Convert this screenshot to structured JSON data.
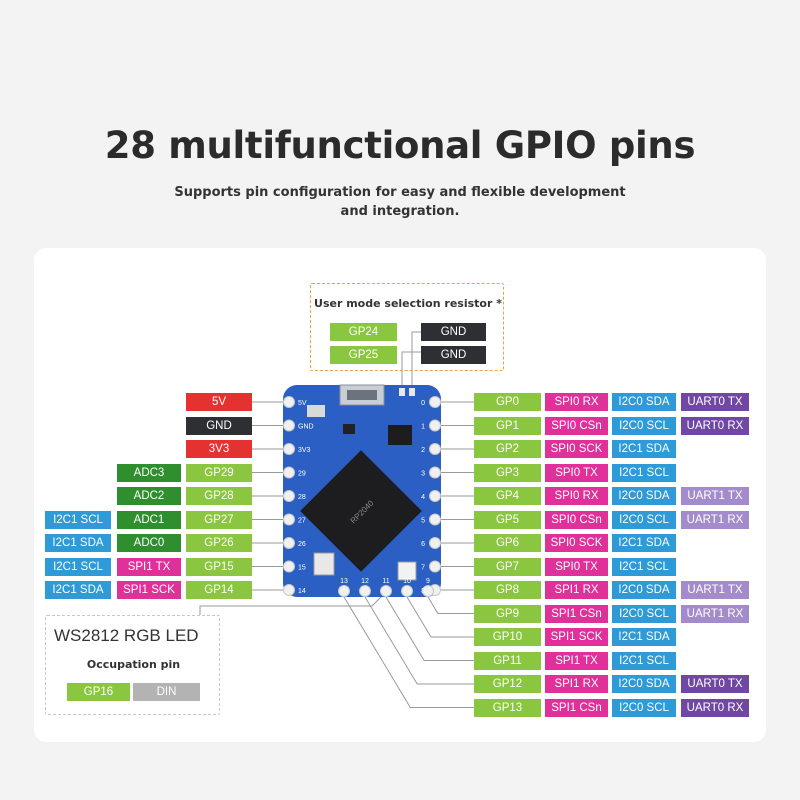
{
  "title": "28 multifunctional GPIO pins",
  "subtitle_line1": "Supports pin configuration for easy and flexible development",
  "subtitle_line2": "and integration.",
  "selection": {
    "title": "User mode selection resistor *",
    "rows": [
      {
        "gp": "GP24",
        "gnd": "GND"
      },
      {
        "gp": "GP25",
        "gnd": "GND"
      }
    ]
  },
  "led": {
    "title": "WS2812 RGB LED",
    "subtitle": "Occupation pin",
    "gp": "GP16",
    "din": "DIN"
  },
  "board": {
    "chip_text": "RP2040",
    "pin_labels_left": [
      "5V",
      "GND",
      "3V3"
    ],
    "pin_numbers_right": [
      "0",
      "1",
      "2",
      "3",
      "4",
      "5",
      "6",
      "7",
      "8"
    ],
    "pin_numbers_left": [
      "29",
      "28",
      "27",
      "26",
      "15",
      "14"
    ],
    "pin_numbers_bottom": [
      "13",
      "12",
      "11",
      "10",
      "9"
    ]
  },
  "left_rows": [
    {
      "cells": [
        "",
        "",
        "5V"
      ]
    },
    {
      "cells": [
        "",
        "",
        "GND"
      ]
    },
    {
      "cells": [
        "",
        "",
        "3V3"
      ]
    },
    {
      "cells": [
        "",
        "ADC3",
        "GP29"
      ]
    },
    {
      "cells": [
        "",
        "ADC2",
        "GP28"
      ]
    },
    {
      "cells": [
        "I2C1 SCL",
        "ADC1",
        "GP27"
      ]
    },
    {
      "cells": [
        "I2C1 SDA",
        "ADC0",
        "GP26"
      ]
    },
    {
      "cells": [
        "I2C1 SCL",
        "SPI1 TX",
        "GP15"
      ]
    },
    {
      "cells": [
        "I2C1 SDA",
        "SPI1 SCK",
        "GP14"
      ]
    }
  ],
  "right_rows": [
    {
      "cells": [
        "GP0",
        "SPI0 RX",
        "I2C0 SDA",
        "UART0 TX"
      ]
    },
    {
      "cells": [
        "GP1",
        "SPI0 CSn",
        "I2C0 SCL",
        "UART0 RX"
      ]
    },
    {
      "cells": [
        "GP2",
        "SPI0 SCK",
        "I2C1 SDA",
        ""
      ]
    },
    {
      "cells": [
        "GP3",
        "SPI0 TX",
        "I2C1 SCL",
        ""
      ]
    },
    {
      "cells": [
        "GP4",
        "SPI0 RX",
        "I2C0 SDA",
        "UART1 TX"
      ]
    },
    {
      "cells": [
        "GP5",
        "SPI0 CSn",
        "I2C0 SCL",
        "UART1 RX"
      ]
    },
    {
      "cells": [
        "GP6",
        "SPI0 SCK",
        "I2C1 SDA",
        ""
      ]
    },
    {
      "cells": [
        "GP7",
        "SPI0 TX",
        "I2C1 SCL",
        ""
      ]
    },
    {
      "cells": [
        "GP8",
        "SPI1 RX",
        "I2C0 SDA",
        "UART1 TX"
      ]
    },
    {
      "cells": [
        "GP9",
        "SPI1 CSn",
        "I2C0 SCL",
        "UART1 RX"
      ]
    },
    {
      "cells": [
        "GP10",
        "SPI1 SCK",
        "I2C1 SDA",
        ""
      ]
    },
    {
      "cells": [
        "GP11",
        "SPI1 TX",
        "I2C1 SCL",
        ""
      ]
    },
    {
      "cells": [
        "GP12",
        "SPI1 RX",
        "I2C0 SDA",
        "UART0 TX"
      ]
    },
    {
      "cells": [
        "GP13",
        "SPI1 CSn",
        "I2C0 SCL",
        "UART0 RX"
      ]
    }
  ],
  "colors": {
    "gpio": "#8ac640",
    "adc": "#2f8f2f",
    "spi": "#e0309a",
    "i2c": "#2f9ad8",
    "uart0": "#7047a3",
    "uart1": "#a48ccc",
    "power": "#e5312f",
    "ground": "#2d2f33",
    "board": "#2b5fc4"
  }
}
